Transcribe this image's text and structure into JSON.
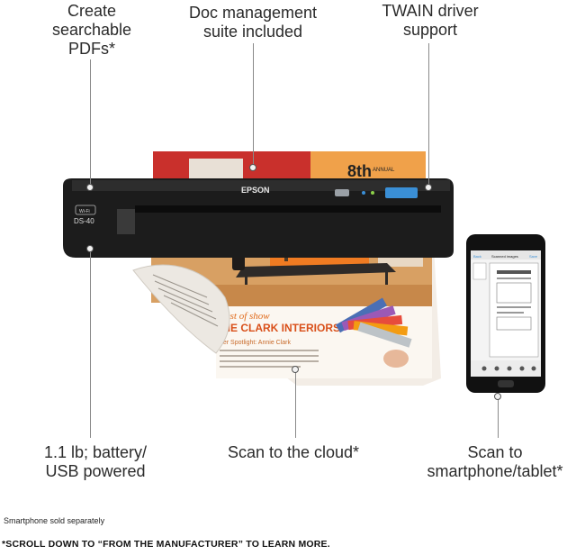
{
  "features": {
    "pdf": [
      "Create",
      "searchable",
      "PDFs*"
    ],
    "doc": [
      "Doc management",
      "suite included"
    ],
    "twain": [
      "TWAIN driver",
      "support"
    ],
    "battery": [
      "1.1 lb; battery/",
      "USB powered"
    ],
    "cloud": [
      "Scan to the cloud*"
    ],
    "phone": [
      "Scan to",
      "smartphone/tablet*"
    ]
  },
  "scanner": {
    "brand": "EPSON",
    "model": "DS-40",
    "wifi_badge": "Wi-Fi"
  },
  "magazine": {
    "headline_1": "8th",
    "headline_2": "ANNUAL",
    "best_of": "Best of show",
    "company": "NIE CLARK INTERIORS",
    "spotlight": "ner Spotlight: Annie Clark"
  },
  "phone_app": {
    "left_tab": "Back",
    "title": "Scanned images",
    "right_tab": "Save"
  },
  "notes": {
    "smartphone_note": "Smartphone sold separately",
    "footer": "*SCROLL DOWN TO “FROM THE MANUFACTURER” TO LEARN MORE."
  },
  "colors": {
    "scanner_body": "#1c1c1c",
    "accent_blue": "#3a8fd6",
    "magazine_red": "#c9302c",
    "magazine_orange": "#f0a14a"
  }
}
